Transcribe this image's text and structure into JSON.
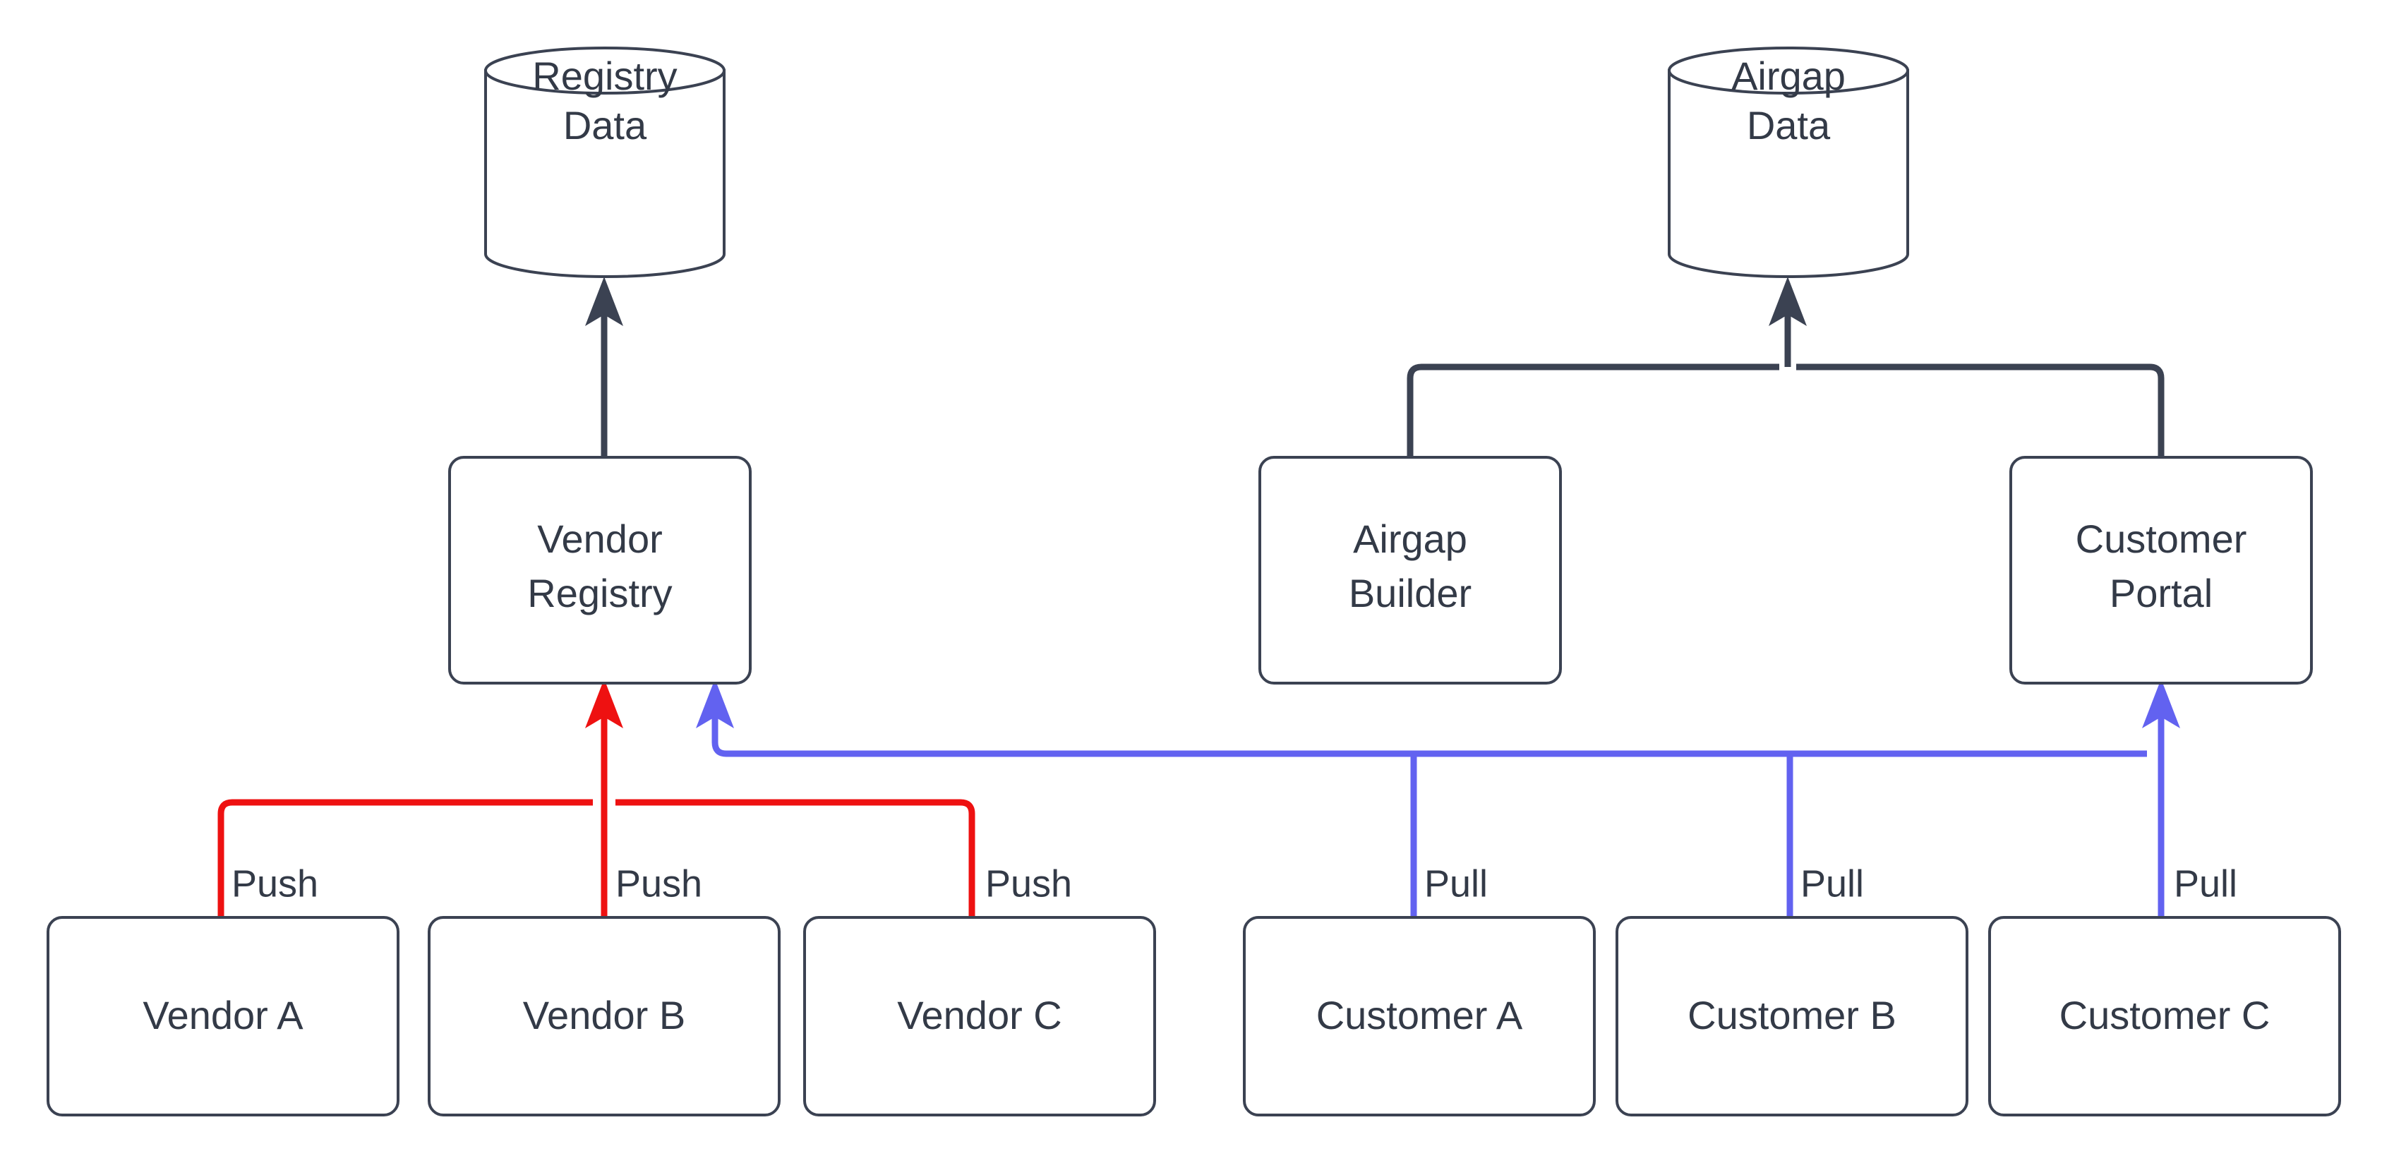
{
  "diagram": {
    "title": "Vendor Registry and Airgap Distribution Flow",
    "type": "flowchart",
    "background_color": "#ffffff",
    "colors": {
      "node_stroke": "#3b4252",
      "node_fill": "#ffffff",
      "text": "#333a47",
      "push_edge": "#ee1111",
      "pull_edge": "#6262f0",
      "default_edge": "#3b4252"
    },
    "datastores": [
      {
        "id": "registry-data",
        "shape": "cylinder",
        "line1": "Registry",
        "line2": "Data"
      },
      {
        "id": "airgap-data",
        "shape": "cylinder",
        "line1": "Airgap",
        "line2": "Data"
      }
    ],
    "services": [
      {
        "id": "vendor-registry",
        "shape": "rounded-rect",
        "line1": "Vendor",
        "line2": "Registry"
      },
      {
        "id": "airgap-builder",
        "shape": "rounded-rect",
        "line1": "Airgap",
        "line2": "Builder"
      },
      {
        "id": "customer-portal",
        "shape": "rounded-rect",
        "line1": "Customer",
        "line2": "Portal"
      }
    ],
    "actors": [
      {
        "id": "vendor-a",
        "label": "Vendor A"
      },
      {
        "id": "vendor-b",
        "label": "Vendor B"
      },
      {
        "id": "vendor-c",
        "label": "Vendor C"
      },
      {
        "id": "customer-a",
        "label": "Customer A"
      },
      {
        "id": "customer-b",
        "label": "Customer B"
      },
      {
        "id": "customer-c",
        "label": "Customer C"
      }
    ],
    "edge_labels": {
      "push_a": "Push",
      "push_b": "Push",
      "push_c": "Push",
      "pull_a": "Pull",
      "pull_b": "Pull",
      "pull_c": "Pull"
    },
    "edges": [
      {
        "from": "vendor-registry",
        "to": "registry-data",
        "label": "",
        "color": "#3b4252"
      },
      {
        "from": "airgap-builder",
        "to": "airgap-data",
        "label": "",
        "color": "#3b4252"
      },
      {
        "from": "customer-portal",
        "to": "airgap-data",
        "label": "",
        "color": "#3b4252"
      },
      {
        "from": "vendor-a",
        "to": "vendor-registry",
        "label": "Push",
        "color": "#ee1111"
      },
      {
        "from": "vendor-b",
        "to": "vendor-registry",
        "label": "Push",
        "color": "#ee1111"
      },
      {
        "from": "vendor-c",
        "to": "vendor-registry",
        "label": "Push",
        "color": "#ee1111"
      },
      {
        "from": "customer-a",
        "to": "vendor-registry",
        "label": "Pull",
        "color": "#6262f0"
      },
      {
        "from": "customer-b",
        "to": "vendor-registry",
        "label": "Pull",
        "color": "#6262f0"
      },
      {
        "from": "customer-c",
        "to": "customer-portal",
        "label": "Pull",
        "color": "#6262f0"
      }
    ]
  }
}
